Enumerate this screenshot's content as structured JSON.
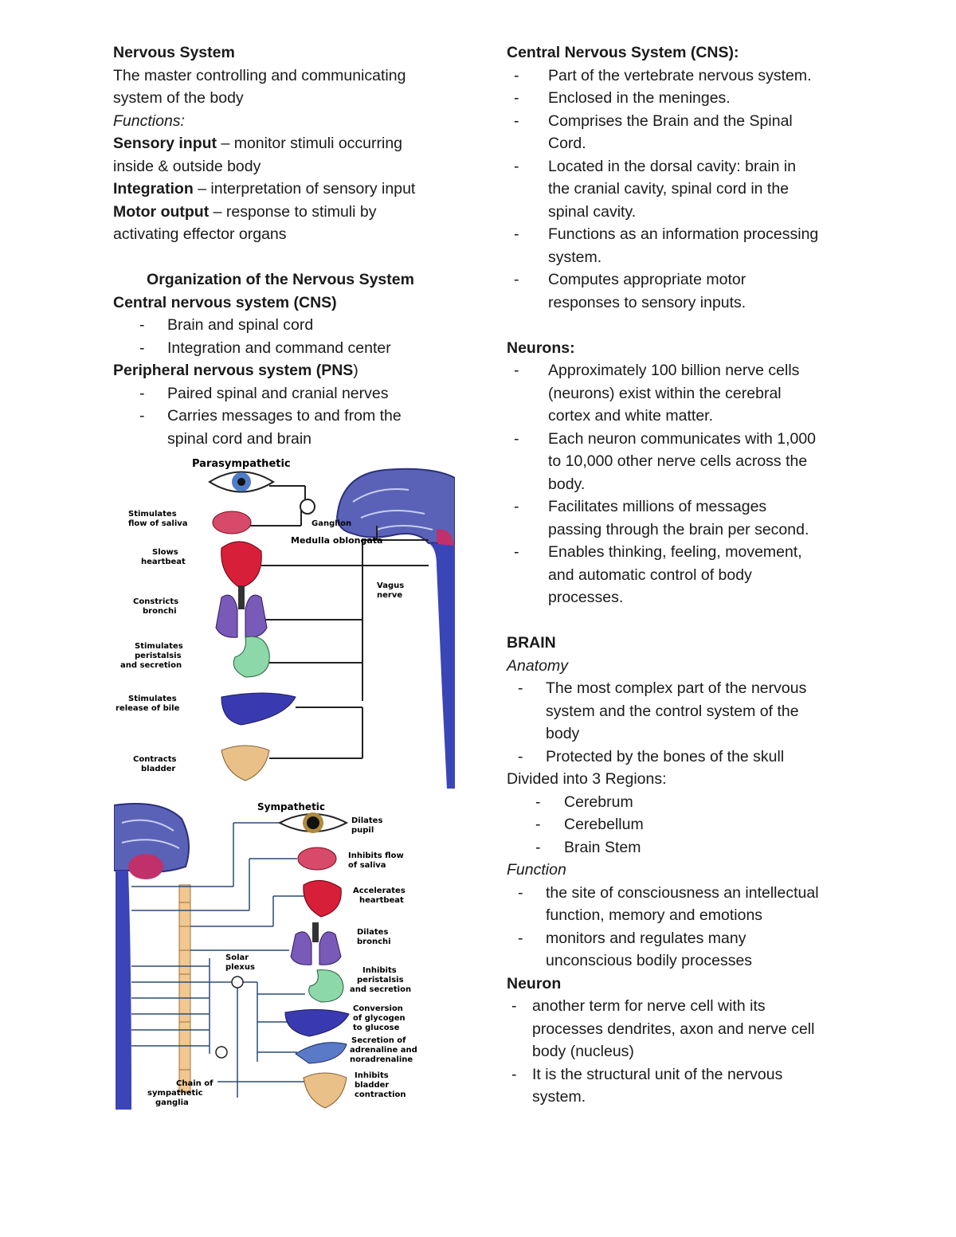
{
  "left": {
    "title": "Nervous System",
    "intro": [
      "The master controlling and communicating",
      "system of the body"
    ],
    "functions_label": "Functions:",
    "sensory_term": "Sensory input",
    "sensory_def1": " – monitor stimuli occurring",
    "sensory_def2": "inside & outside body",
    "integration_term": "Integration",
    "integration_def": " – interpretation of sensory input",
    "motor_term": "Motor output",
    "motor_def1": " – response to stimuli by",
    "motor_def2": "activating effector organs",
    "org_heading": "Organization of the Nervous System",
    "cns_heading": "Central nervous system (CNS)",
    "cns_items": [
      "Brain and spinal cord",
      "Integration and command center"
    ],
    "pns_heading_bold": "Peripheral nervous system (PNS",
    "pns_heading_tail": ")",
    "pns_items": [
      [
        "Paired spinal and cranial nerves"
      ],
      [
        "Carries messages to and from the",
        "spinal cord and brain"
      ]
    ]
  },
  "dash": "-",
  "parasympathetic_figure": {
    "title": "Parasympathetic",
    "labels": {
      "saliva": [
        "Stimulates",
        "flow of saliva"
      ],
      "heart": [
        "Slows",
        "heartbeat"
      ],
      "bronchi": [
        "Constricts",
        "bronchi"
      ],
      "peristalsis": [
        "Stimulates",
        "peristalsis",
        "and secretion"
      ],
      "bile": [
        "Stimulates",
        "release of bile"
      ],
      "bladder": [
        "Contracts",
        "bladder"
      ],
      "ganglion": "Ganglion",
      "medulla": "Medulla oblongata",
      "vagus": [
        "Vagus",
        "nerve"
      ]
    }
  },
  "sympathetic_figure": {
    "title": "Sympathetic",
    "labels": {
      "pupil": [
        "Dilates",
        "pupil"
      ],
      "saliva": [
        "Inhibits flow",
        "of saliva"
      ],
      "heart": [
        "Accelerates",
        "heartbeat"
      ],
      "bronchi": [
        "Dilates",
        "bronchi"
      ],
      "solar": [
        "Solar",
        "plexus"
      ],
      "peristalsis": [
        "Inhibits",
        "peristalsis",
        "and secretion"
      ],
      "glycogen": [
        "Conversion",
        "of glycogen",
        "to glucose"
      ],
      "adrenaline": [
        "Secretion of",
        "adrenaline and",
        "noradrenaline"
      ],
      "bladder": [
        "Inhibits",
        "bladder",
        "contraction"
      ],
      "chain": [
        "Chain of",
        "sympathetic",
        "ganglia"
      ]
    }
  },
  "right": {
    "cns_title": "Central Nervous System (CNS):",
    "cns_items": [
      [
        "Part of the vertebrate nervous system."
      ],
      [
        "Enclosed in the meninges."
      ],
      [
        "Comprises the Brain and the Spinal",
        "Cord."
      ],
      [
        "Located in the dorsal cavity: brain in",
        "the cranial cavity, spinal cord in the",
        "spinal cavity."
      ],
      [
        "Functions as an information processing",
        "system."
      ],
      [
        "Computes appropriate motor",
        "responses to sensory inputs."
      ]
    ],
    "neurons_title": "Neurons:",
    "neuron_items": [
      [
        "Approximately 100 billion nerve cells",
        "(neurons) exist within the cerebral",
        "cortex and white matter."
      ],
      [
        "Each neuron communicates with 1,000",
        "to 10,000 other nerve cells across the",
        "body."
      ],
      [
        "Facilitates millions of messages",
        "passing through the brain per second."
      ],
      [
        "Enables thinking, feeling, movement,",
        "and automatic control of body",
        "processes."
      ]
    ],
    "brain_title": "BRAIN",
    "anatomy_label": "Anatomy",
    "anatomy_items": [
      [
        "The most complex part of the nervous",
        "system and the control system of the",
        "body"
      ],
      [
        "Protected by the bones of the skull"
      ]
    ],
    "regions_label": "Divided into 3 Regions:",
    "regions": [
      "Cerebrum",
      "Cerebellum",
      "Brain Stem"
    ],
    "function_label": "Function",
    "function_items": [
      [
        "the site of consciousness an  intellectual",
        "function, memory and emotions"
      ],
      [
        "monitors and regulates many",
        "unconscious bodily processes"
      ]
    ],
    "neuron_title": "Neuron",
    "neuron_def_items": [
      [
        "another term for nerve cell with its",
        "processes dendrites, axon and nerve cell",
        "body (nucleus)"
      ],
      [
        "It is the structural unit of the nervous",
        "system."
      ]
    ]
  }
}
